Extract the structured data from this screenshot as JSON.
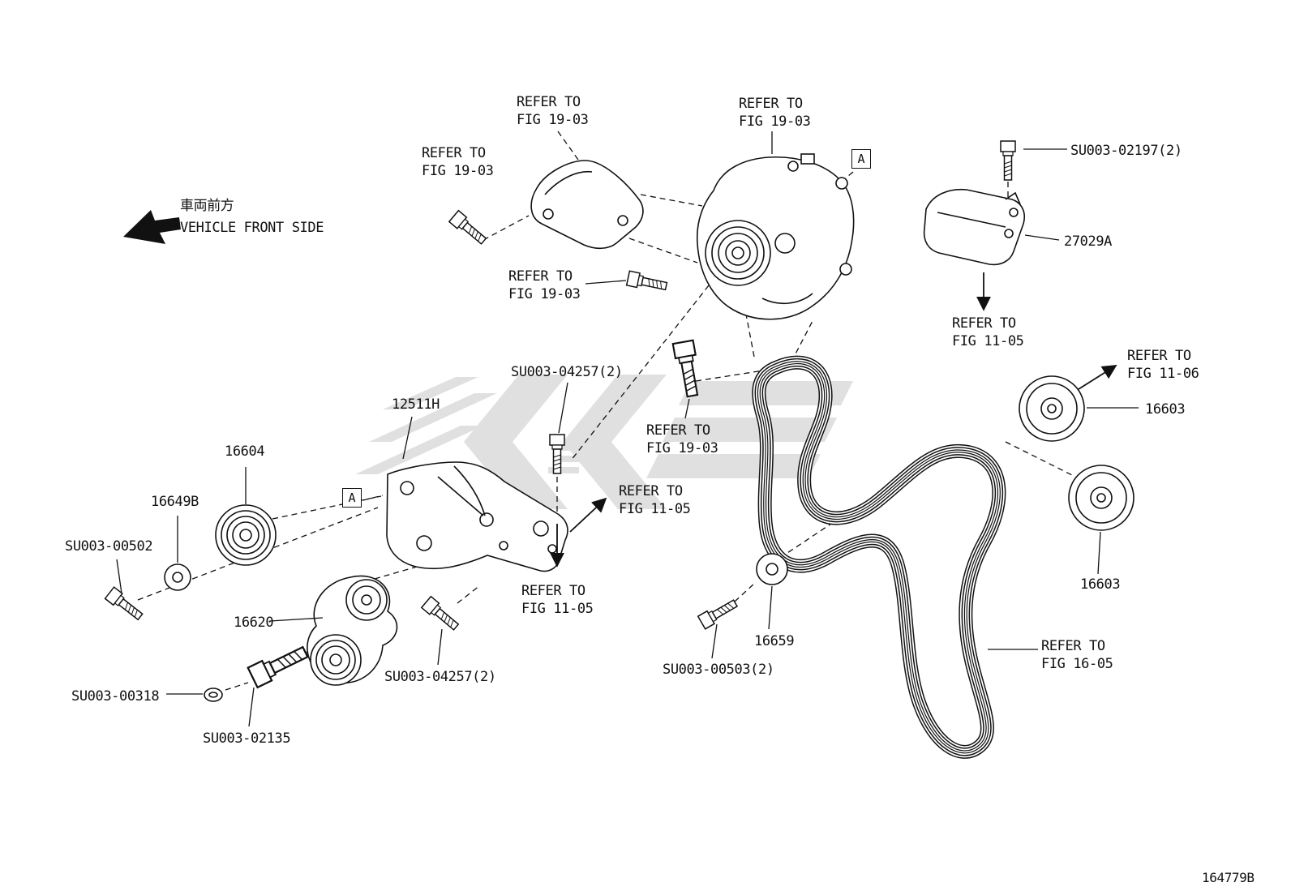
{
  "page": {
    "background": "#ffffff",
    "line_color": "#111111",
    "watermark_color": "#c7c7c7",
    "drawing_number": "164779B"
  },
  "direction_indicator": {
    "japanese": "車両前方",
    "english": "VEHICLE FRONT SIDE"
  },
  "detail_marker": "A",
  "references": {
    "fig_19_03": "REFER TO\nFIG 19-03",
    "fig_11_05": "REFER TO\nFIG 11-05",
    "fig_11_06": "REFER TO\nFIG 11-06",
    "fig_16_05": "REFER TO\nFIG 16-05"
  },
  "parts": {
    "su003_02197": "SU003-02197(2)",
    "p27029a": "27029A",
    "p16603": "16603",
    "su003_04257": "SU003-04257(2)",
    "p12511h": "12511H",
    "p16604": "16604",
    "p16649b": "16649B",
    "su003_00502": "SU003-00502",
    "p16620": "16620",
    "su003_00318": "SU003-00318",
    "su003_02135": "SU003-02135",
    "p16659": "16659",
    "su003_00503": "SU003-00503(2)"
  }
}
